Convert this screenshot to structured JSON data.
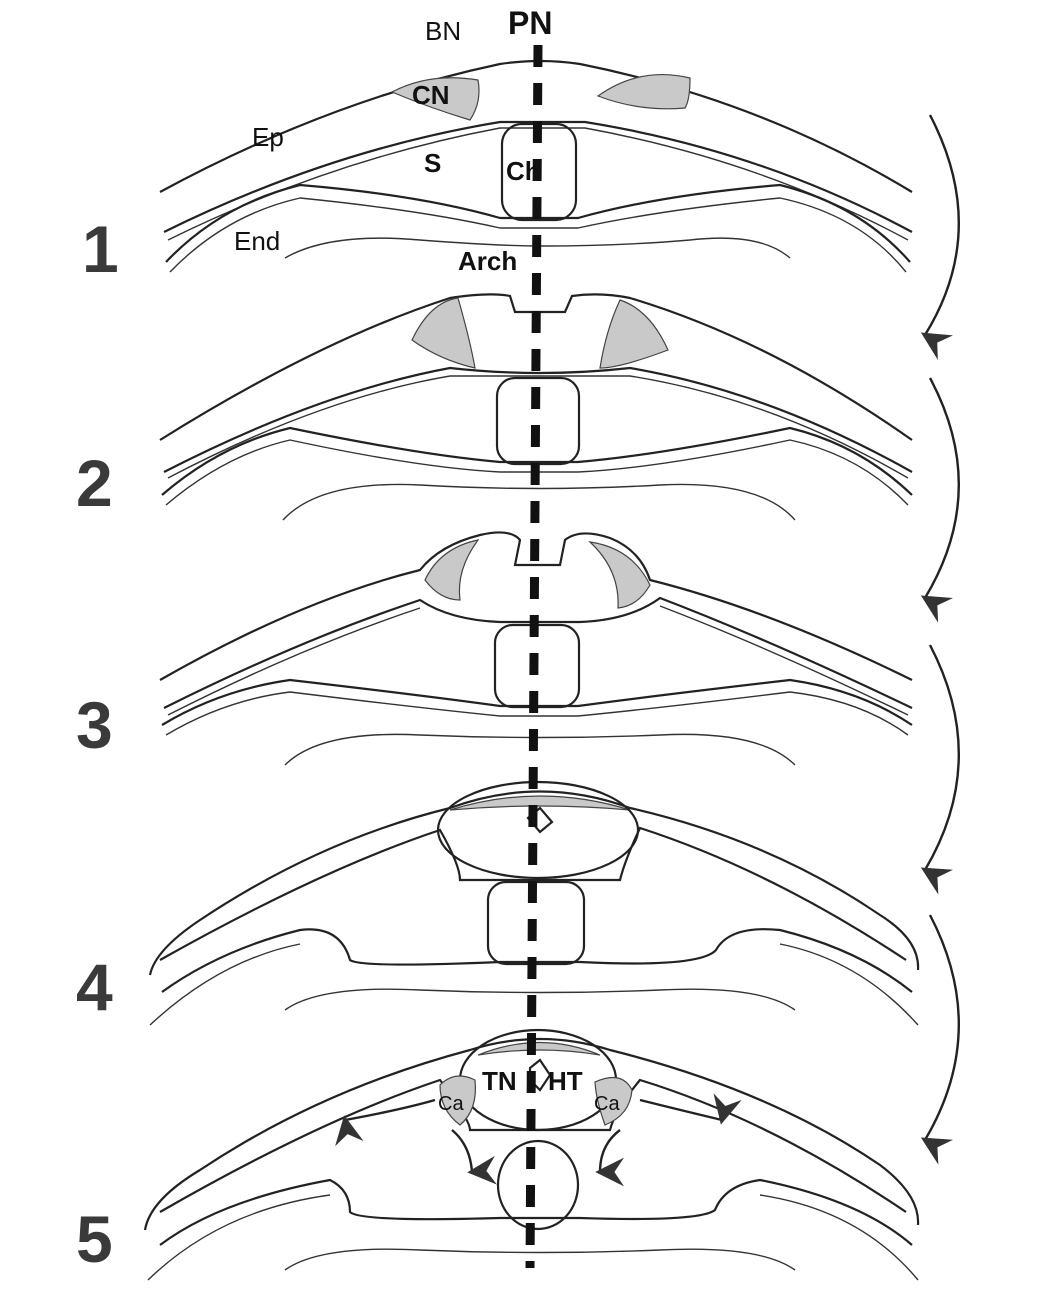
{
  "labels": {
    "bn": "BN",
    "pn": "PN",
    "cn": "CN",
    "ep": "Ep",
    "s": "S",
    "ch": "Ch",
    "end": "End",
    "arch": "Arch",
    "tn": "TN",
    "ht": "HT",
    "ca_left": "Ca",
    "ca_right": "Ca"
  },
  "stages": [
    "1",
    "2",
    "3",
    "4",
    "5"
  ],
  "colors": {
    "ink": "#222222",
    "shading": "#c9c9c9",
    "stage_number": "#3a3a3a"
  }
}
